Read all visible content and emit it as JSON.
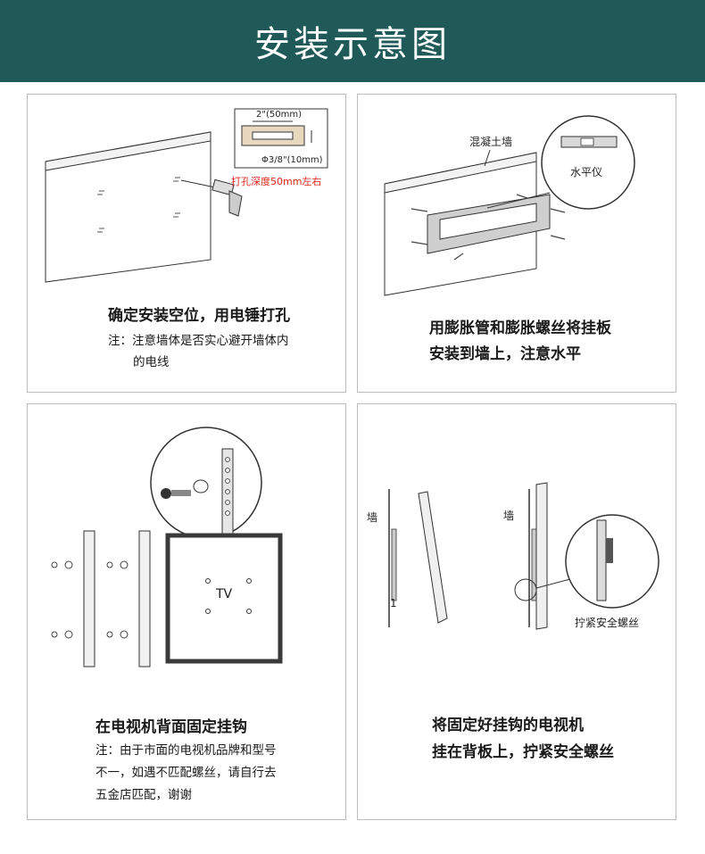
{
  "header": {
    "title": "安装示意图"
  },
  "panel1": {
    "dim_top": "2\"(50mm)",
    "dim_bottom": "Φ3/8\"(10mm)",
    "depth_note": "打孔深度50mm左右",
    "title": "确定安装空位，用电锤打孔",
    "note_line1": "注：注意墙体是否实心避开墙体内",
    "note_line2": "的电线"
  },
  "panel2": {
    "wall_label": "混凝土墙",
    "level_label": "水平仪",
    "title_line1": "用膨胀管和膨胀螺丝将挂板",
    "title_line2": "安装到墙上，注意水平"
  },
  "panel3": {
    "tv_label": "TV",
    "title": "在电视机背面固定挂钩",
    "note_line1": "注：由于市面的电视机品牌和型号",
    "note_line2": "不一，如遇不匹配螺丝，请自行去",
    "note_line3": "五金店匹配，谢谢"
  },
  "panel4": {
    "wall_label_left": "墙",
    "wall_label_right": "墙",
    "step_number": "1",
    "screw_label": "拧紧安全螺丝",
    "title_line1": "将固定好挂钩的电视机",
    "title_line2": "挂在背板上，拧紧安全螺丝"
  },
  "colors": {
    "header_bg": "#1f5a58",
    "accent_red": "#e0241b",
    "border": "#bdbdbd"
  }
}
